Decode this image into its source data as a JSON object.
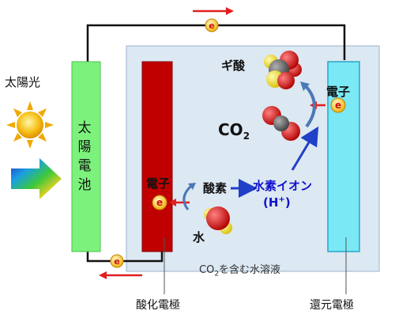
{
  "labels": {
    "sunlight": "太陽光",
    "solar_cell": [
      "太",
      "陽",
      "電",
      "池"
    ],
    "formic_acid": "ギ酸",
    "co2_base": "CO",
    "co2_sub": "2",
    "oxygen": "酸素",
    "hydrogen_ion": "水素イオン",
    "h_ion_base": "(H",
    "h_ion_sup": "+",
    "h_ion_close": ")",
    "water": "水",
    "electron": "電子",
    "electron_symbol": "e",
    "electron_sup": "-",
    "solution_prefix": "CO",
    "solution_sub": "2",
    "solution_suffix": "を含む水溶液",
    "oxidation_electrode": "酸化電極",
    "reduction_electrode": "還元電極"
  },
  "colors": {
    "solar_cell": "#7cf27c",
    "oxidation_electrode": "#c00000",
    "reduction_electrode": "#7be8f5",
    "solution": "#dce8f2",
    "arrow_red": "#e02020",
    "arrow_blue": "#2040c8",
    "curved_arrow": "#4a78b8",
    "electron_fill": "#f4c530"
  },
  "icons": {
    "sun": "sun-icon",
    "light_arrow": "gradient-arrow-icon",
    "formic_acid_molecule": "formic-acid-molecule-icon",
    "co2_molecule": "co2-molecule-icon",
    "water_molecule": "water-molecule-icon"
  }
}
